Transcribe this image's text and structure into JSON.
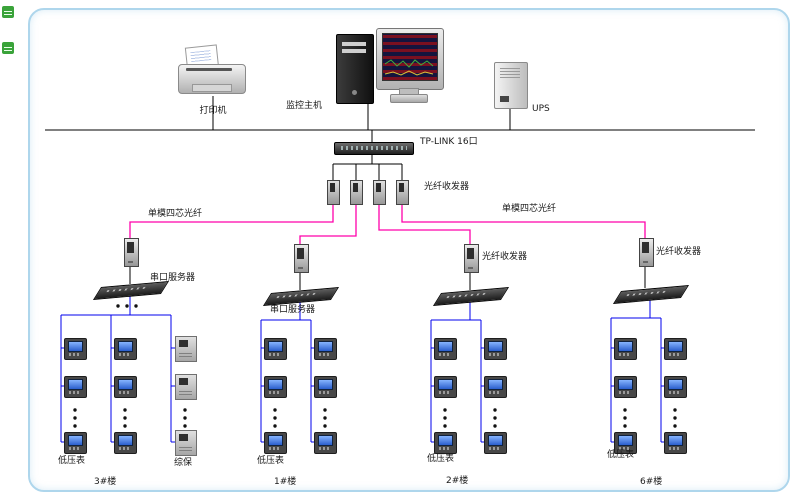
{
  "diagram": {
    "printer_label": "打印机",
    "host_label": "监控主机",
    "ups_label": "UPS",
    "switch_label": "TP-LINK 16口",
    "top_transceiver_label": "光纤收发器",
    "fiber_left_label": "单模四芯光纤",
    "fiber_right_label": "单模四芯光纤",
    "colors": {
      "fiber": "#ff00aa",
      "meter_wire": "#0000ee",
      "ethernet": "#000000",
      "panel_border": "#aed6ec"
    }
  },
  "branches": [
    {
      "floor": "3#楼",
      "server_label": "串口服务器",
      "meter_label": "低压表",
      "relay_label": "综保"
    },
    {
      "floor": "1#楼",
      "server_label": "串口服务器",
      "meter_label": "低压表"
    },
    {
      "floor": "2#楼",
      "transceiver_label": "光纤收发器",
      "meter_label": "低压表"
    },
    {
      "floor": "6#楼",
      "transceiver_label": "光纤收发器",
      "meter_label": "低压表"
    }
  ]
}
